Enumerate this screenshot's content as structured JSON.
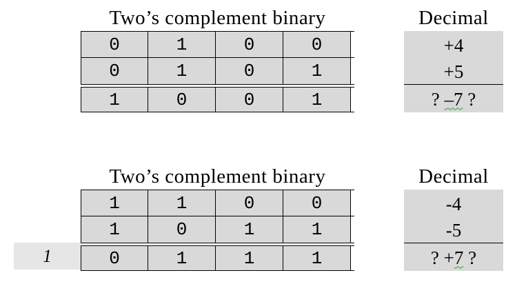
{
  "section1": {
    "binary_title": "Two’s complement binary",
    "decimal_title": "Decimal",
    "rows": [
      [
        "0",
        "1",
        "0",
        "0"
      ],
      [
        "0",
        "1",
        "0",
        "1"
      ],
      [
        "1",
        "0",
        "0",
        "1"
      ]
    ],
    "decimals": [
      "+4",
      "+5"
    ],
    "result": {
      "prefix": "? ",
      "value": "–7",
      "suffix": " ?"
    }
  },
  "section2": {
    "binary_title": "Two’s complement binary",
    "decimal_title": "Decimal",
    "carry": "1",
    "rows": [
      [
        "1",
        "1",
        "0",
        "0"
      ],
      [
        "1",
        "0",
        "1",
        "1"
      ],
      [
        "0",
        "1",
        "1",
        "1"
      ]
    ],
    "decimals": [
      "-4",
      "-5"
    ],
    "result": {
      "prefix": "? +",
      "value": "7",
      "suffix": " ?"
    }
  },
  "colors": {
    "cell_fill": "#d9d9d9",
    "carry_fill": "#e6e6e6",
    "spell_underline": "#2e9d2e"
  }
}
